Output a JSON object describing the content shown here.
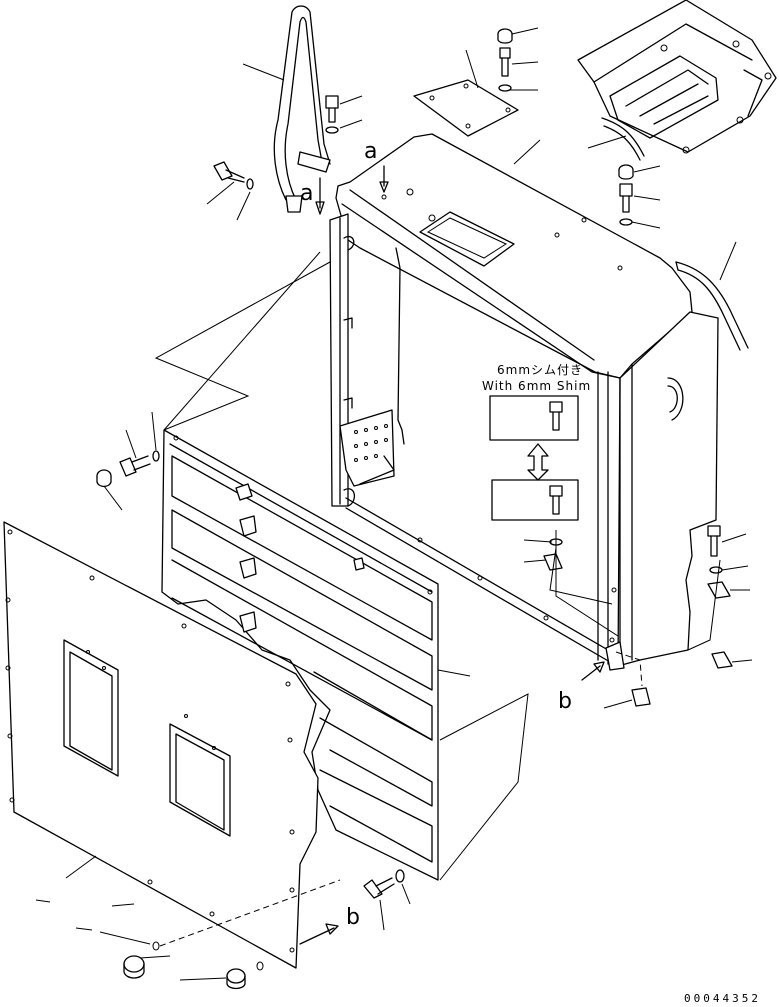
{
  "labels": {
    "view_a_top": "a",
    "view_a_handrail": "a",
    "view_b_bracket": "b",
    "view_b_cover": "b",
    "shim_note_jp": "6mmシム付き",
    "shim_note_en": "With 6mm Shim"
  },
  "drawing_code": "00044352"
}
